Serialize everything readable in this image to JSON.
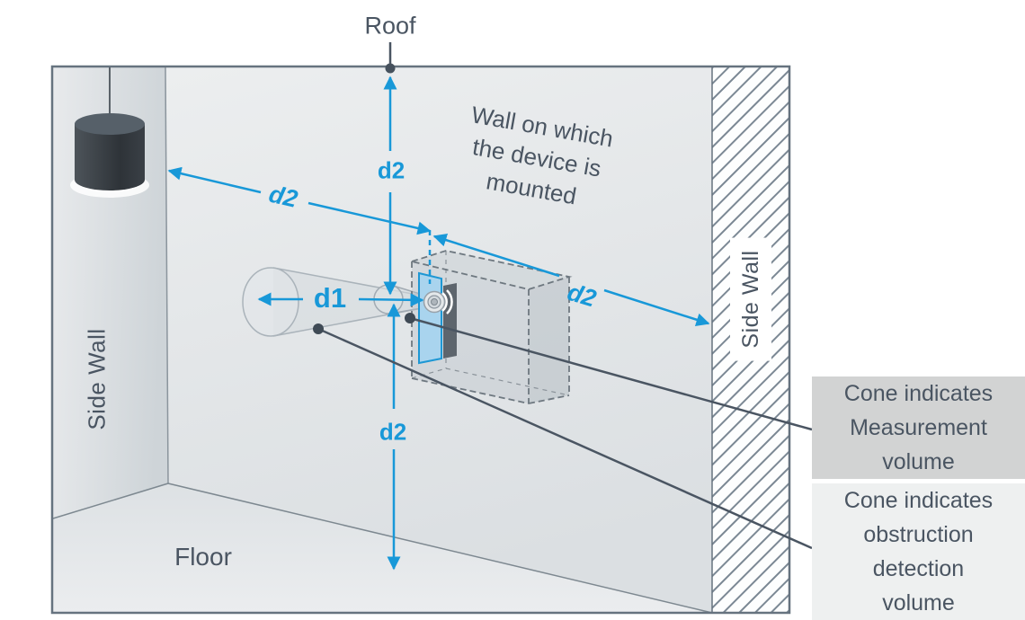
{
  "labels": {
    "roof": "Roof",
    "floor": "Floor",
    "side_wall_left": "Side Wall",
    "side_wall_right": "Side Wall",
    "mounted_wall_note": "Wall on which\nthe device is\nmounted"
  },
  "dimensions": {
    "d1": "d1",
    "d2_to_roof": "d2",
    "d2_to_left_wall": "d2",
    "d2_to_right_wall": "d2",
    "d2_to_floor": "d2"
  },
  "legend": {
    "measurement": "Cone indicates\nMeasurement\nvolume",
    "obstruction": "Cone indicates\nobstruction\ndetection\nvolume"
  },
  "colors": {
    "accent_blue": "#1898d8",
    "text_slate": "#4a5562",
    "legend_measurement_bg": "#d2d3d3",
    "legend_obstruction_bg": "#eef0f0",
    "room_border": "#66737f",
    "device_panel_fill": "#a9d4ee",
    "device_panel_border": "#1d97d4"
  }
}
